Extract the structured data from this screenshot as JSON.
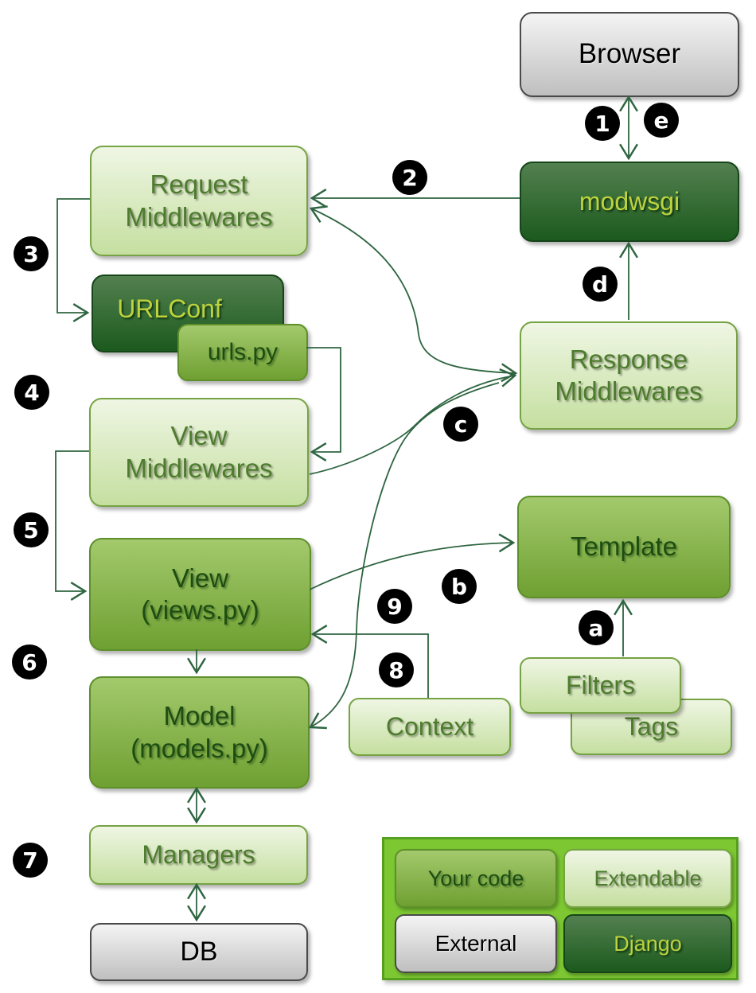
{
  "nodes": {
    "browser": "Browser",
    "modwsgi": "modwsgi",
    "request_middlewares": "Request Middlewares",
    "urlconf": "URLConf",
    "urls_py": "urls.py",
    "view_middlewares": "View Middlewares",
    "view_line1": "View",
    "view_line2": "(views.py)",
    "model_line1": "Model",
    "model_line2": "(models.py)",
    "managers": "Managers",
    "db": "DB",
    "response_middlewares": "Response Middlewares",
    "template": "Template",
    "filters": "Filters",
    "tags": "Tags",
    "context": "Context"
  },
  "badges": {
    "n1": "1",
    "n2": "2",
    "n3": "3",
    "n4": "4",
    "n5": "5",
    "n6": "6",
    "n7": "7",
    "n8": "8",
    "n9": "9",
    "la": "a",
    "lb": "b",
    "lc": "c",
    "ld": "d",
    "le": "e"
  },
  "legend": {
    "your_code": "Your code",
    "extendable": "Extendable",
    "external": "External",
    "django": "Django"
  },
  "colors": {
    "light_top": "#eff6e4",
    "light_bot": "#c5dfa0",
    "light_border": "#76a343",
    "light_text": "#4e7c2e",
    "med_top": "#a3c96c",
    "med_bot": "#6fa032",
    "med_border": "#5d8f2b",
    "med_text": "#1d4d12",
    "dark_top": "#53804f",
    "dark_bot": "#1c5a1e",
    "dark_border": "#16451a",
    "dark_text": "#bdd23f",
    "gray_top": "#f4f4f4",
    "gray_bot": "#bfbfbf",
    "gray_border": "#4a4a4a",
    "gray_text": "#000000",
    "line": "#2e6540",
    "badge_bg": "#000000",
    "badge_text": "#ffffff",
    "legend_bg": "#7dc832",
    "legend_border": "#55a01e"
  }
}
